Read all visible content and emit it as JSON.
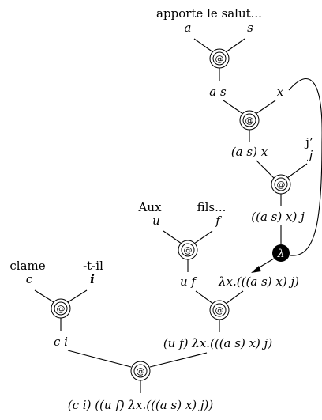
{
  "words": {
    "apporte": "apporte le salut...",
    "jprime": "j’",
    "aux": "Aux",
    "fils": "fils...",
    "clame": "clame",
    "til": "-t-il"
  },
  "vars": {
    "a": "a",
    "s": "s",
    "x": "x",
    "j": "j",
    "u": "u",
    "f": "f",
    "c": "c",
    "i": "i"
  },
  "exprs": {
    "as": "a s",
    "asx": "(a s) x",
    "asxj": "((a s) x) j",
    "uf": "u f",
    "lam": "λx.(((a s) x) j)",
    "uflam": "(u f) λx.(((a s) x) j)",
    "ci": "c i",
    "root": "(c i) ((u f) λx.(((a s) x) j))"
  },
  "symbols": {
    "app": "@",
    "lambda": "λ"
  }
}
